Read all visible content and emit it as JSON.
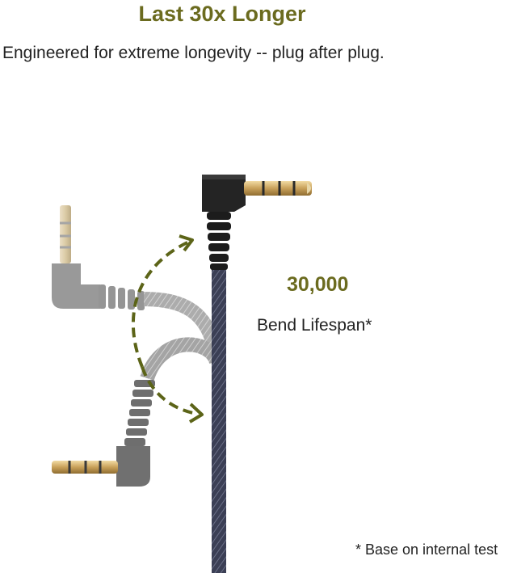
{
  "headline": "Last 30x Longer",
  "subheadline": "Engineered for extreme longevity -- plug after plug.",
  "stat": {
    "value": "30,000",
    "label": "Bend Lifespan*"
  },
  "footnote": "* Base on internal test",
  "colors": {
    "accent": "#6b6b1f",
    "arrow": "#5c6418",
    "text": "#222222",
    "cable_active": "#3b3f55",
    "cable_ghost": "#9a9a9a",
    "plug_gold": "#c9a15a"
  },
  "icons": {
    "main_cable": "audio-cable-right-angle-icon",
    "ghost_cable_top": "audio-cable-ghost-icon",
    "ghost_cable_bottom": "audio-cable-ghost-icon",
    "bend_arrow_up": "dashed-arrow-up-icon",
    "bend_arrow_down": "dashed-arrow-down-icon"
  }
}
